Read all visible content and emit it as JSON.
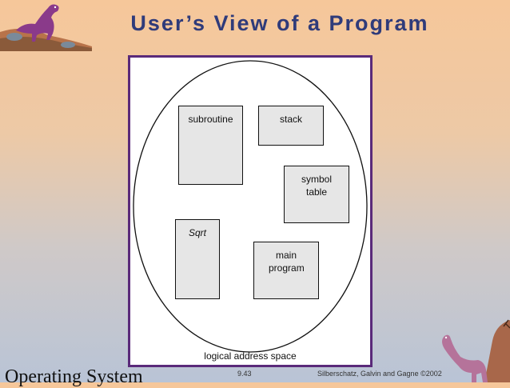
{
  "slide": {
    "title": "User’s View of a Program",
    "caption": "logical address space",
    "footer_left": "Operating System",
    "page_number": "9.43",
    "credit": "Silberschatz, Galvin and  Gagne ©2002"
  },
  "segments": [
    {
      "label": "subroutine",
      "style": "normal"
    },
    {
      "label": "stack",
      "style": "normal"
    },
    {
      "label": "symbol table",
      "style": "normal"
    },
    {
      "label": "Sqrt",
      "style": "italic"
    },
    {
      "label": "main program",
      "style": "normal"
    }
  ],
  "colors": {
    "title": "#2f3b7a",
    "panel_border": "#5a2a7a",
    "segment_fill": "#e6e6e6"
  },
  "icons": [
    "dinosaur-top-left-icon",
    "dinosaur-bottom-right-icon"
  ]
}
